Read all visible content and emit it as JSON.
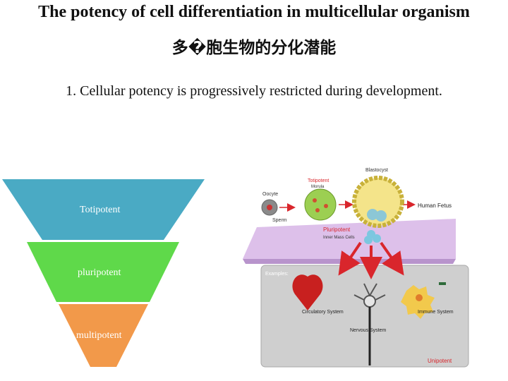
{
  "title": "The potency of cell differentiation in multicellular organism",
  "subtitle": "多�胞生物的分化潜能",
  "point": "1. Cellular potency is progressively restricted during development.",
  "pyramid": {
    "tiers": [
      {
        "label": "Totipotent",
        "color": "#4aaac4"
      },
      {
        "label": "pluripotent",
        "color": "#5fd94a"
      },
      {
        "label": "multipotent",
        "color": "#f2994a"
      }
    ]
  },
  "illustration": {
    "oocyte": "Oocyte",
    "sperm": "Sperm",
    "totipotent": "Totipotent",
    "morula": "Morula",
    "blastocyst": "Blastocyst",
    "human_fetus": "Human Fetus",
    "pluripotent": "Pluripotent",
    "inner_mass": "Inner Mass Cells",
    "examples": "Examples:",
    "circulatory": "Circulatory System",
    "nervous": "Nervous System",
    "immune": "Immune System",
    "unipotent": "Unipotent",
    "accent_color": "#d9262c"
  }
}
